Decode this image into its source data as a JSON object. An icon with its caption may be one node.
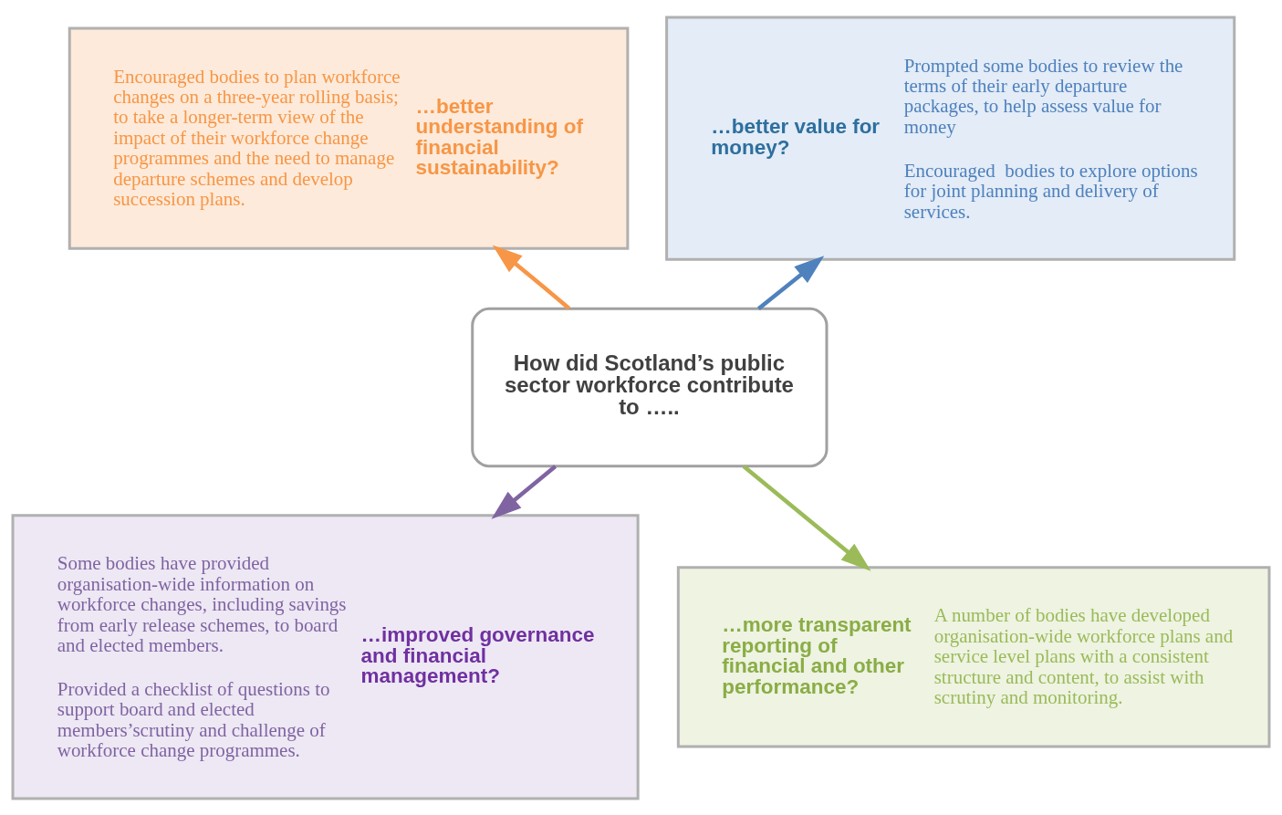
{
  "diagram": {
    "nodes": [
      {
        "text": [
          "How did Scotland’s public sector workforce contribute to ….."
        ]
      },
      {
        "text": [
          "Encouraged bodies to plan workforce changes on a three-year rolling basis; to take a longer-term view of the impact of their workforce change programmes and the need to manage departure schemes and develop succession plans.",
          "…better understanding of financial sustainability?"
        ]
      },
      {
        "text": [
          "…better value for money?",
          "Prompted some bodies to review the terms of their early departure packages, to help assess value for money",
          "Encouraged  bodies to explore options for joint planning and delivery of services."
        ]
      },
      {
        "text": [
          "Some bodies have provided organisation-wide information on workforce changes, including savings from early release schemes, to board and elected members.",
          "Provided a checklist of questions to support board and elected members’scrutiny and challenge of workforce change programmes.",
          "…improved governance and financial management?"
        ]
      },
      {
        "text": [
          "…more transparent reporting of financial and other performance?",
          "A number of bodies have developed organisation-wide workforce plans and service level plans with a consistent structure and content, to assist with scrutiny and monitoring."
        ]
      }
    ],
    "edges": [
      {
        "from": 0,
        "to": 1,
        "arrow": "to",
        "color": "#f79646"
      },
      {
        "from": 0,
        "to": 2,
        "arrow": "to",
        "color": "#4f81bd"
      },
      {
        "from": 0,
        "to": 3,
        "arrow": "to",
        "color": "#8064a2"
      },
      {
        "from": 0,
        "to": 4,
        "arrow": "to",
        "color": "#9bbb59"
      }
    ]
  }
}
